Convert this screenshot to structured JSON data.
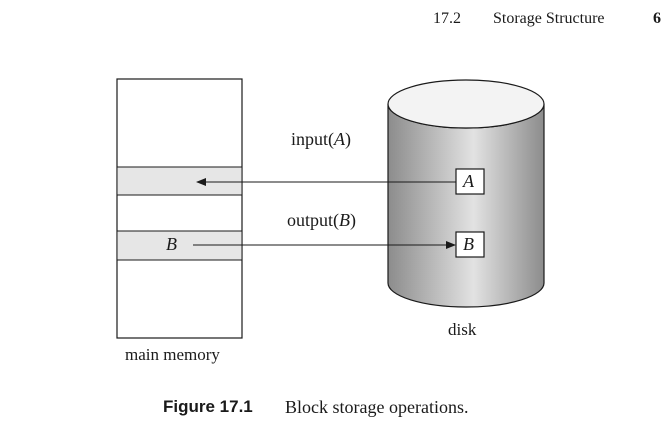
{
  "header": {
    "section_number": "17.2",
    "section_title": "Storage Structure",
    "page_number": "6"
  },
  "diagram": {
    "memory_label": "main memory",
    "disk_label": "disk",
    "input_name": "input",
    "input_arg": "A",
    "output_name": "output",
    "output_arg": "B",
    "memory_block_label": "B",
    "disk_block_a_label": "A",
    "disk_block_b_label": "B"
  },
  "colors": {
    "memory_block_fill": "#e6e6e6",
    "outline": "#1a1a1a",
    "disk_gradient_dark": "#8c8c8c",
    "disk_gradient_light": "#e2e2e2",
    "disk_top": "#f3f3f3"
  },
  "caption": {
    "figure_number": "Figure 17.1",
    "figure_text": "Block storage operations."
  }
}
